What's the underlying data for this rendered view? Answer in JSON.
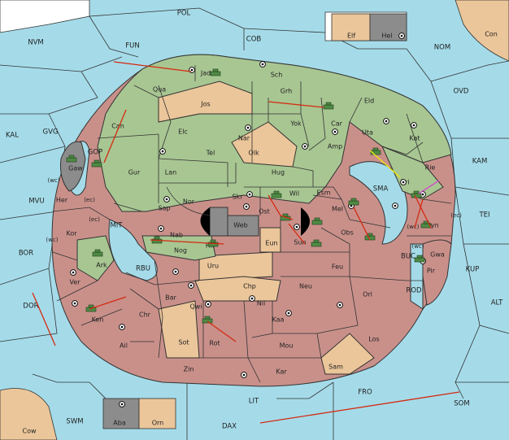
{
  "colors": {
    "sea": "#a5dbe9",
    "neutral_land": "#ebc69a",
    "green_power": "#a8c692",
    "red_power": "#c9908a",
    "gray_power": "#8c8c8c",
    "land_outside": "#ffffff",
    "order_red": "#d42a10",
    "order_yellow": "#e8e810",
    "order_magenta": "#d050c8"
  },
  "sea_labels": [
    "POL",
    "COB",
    "NVM",
    "FUN",
    "NOM",
    "OVD",
    "KAL",
    "GVG",
    "KAM",
    "MVU",
    "TEI",
    "BOR",
    "ALT",
    "DOR",
    "KUP",
    "SWM",
    "LIT",
    "FRO",
    "SOM",
    "SMA",
    "MIT",
    "RBU",
    "BUC",
    "ROD",
    "GOP",
    "DAX"
  ],
  "land_labels": [
    "Jad",
    "Sch",
    "Qua",
    "Jos",
    "Grh",
    "Eld",
    "Can",
    "Elc",
    "Nar",
    "Yok",
    "Car",
    "Uta",
    "Kat",
    "Tel",
    "Olk",
    "Amp",
    "Gaw",
    "Gur",
    "Lan",
    "Hug",
    "Rie",
    "Nor",
    "Skr",
    "Wil",
    "Esm",
    "Bri",
    "Her",
    "Sap",
    "Web",
    "Ost",
    "Mel",
    "Byn",
    "Kor",
    "Nab",
    "Hil",
    "Eun",
    "Sun",
    "Obs",
    "Gwa",
    "Ark",
    "Nog",
    "Uru",
    "Feu",
    "Pir",
    "Chp",
    "Neu",
    "Orl",
    "Ver",
    "Bar",
    "Qwi",
    "Nil",
    "Ken",
    "Chr",
    "Kaa",
    "Sot",
    "Los",
    "Ail",
    "Rot",
    "Mou",
    "Sam",
    "Zin",
    "Kar"
  ],
  "corner_labels": [
    "Con",
    "Cow"
  ],
  "coast_labels": [
    "(wc)",
    "(ec)"
  ],
  "supply_centers": [
    "Elf",
    "Hel",
    "Aba",
    "Orn"
  ]
}
